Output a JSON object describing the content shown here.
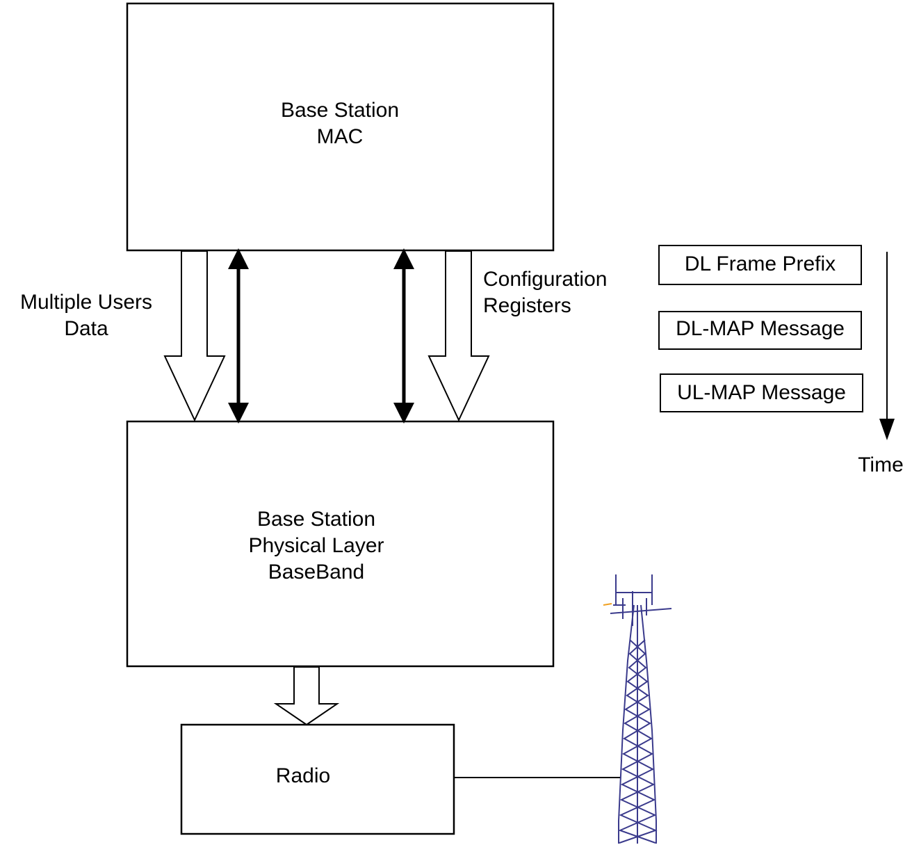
{
  "blocks": {
    "mac": {
      "line1": "Base Station",
      "line2": "MAC"
    },
    "phy": {
      "line1": "Base Station",
      "line2": "Physical Layer",
      "line3": "BaseBand"
    },
    "radio": {
      "label": "Radio"
    }
  },
  "arrows": {
    "data_label": {
      "line1": "Multiple Users",
      "line2": "Data"
    },
    "config_label": {
      "line1": "Configuration",
      "line2": "Registers"
    }
  },
  "timeline": {
    "messages": [
      "DL Frame Prefix",
      "DL-MAP Message",
      "UL-MAP Message"
    ],
    "axis_label": "Time"
  },
  "icons": {
    "tower": "radio-tower-icon"
  },
  "colors": {
    "stroke": "#000000",
    "tower": "#3a3a8c",
    "tower_accent": "#f0a020"
  }
}
